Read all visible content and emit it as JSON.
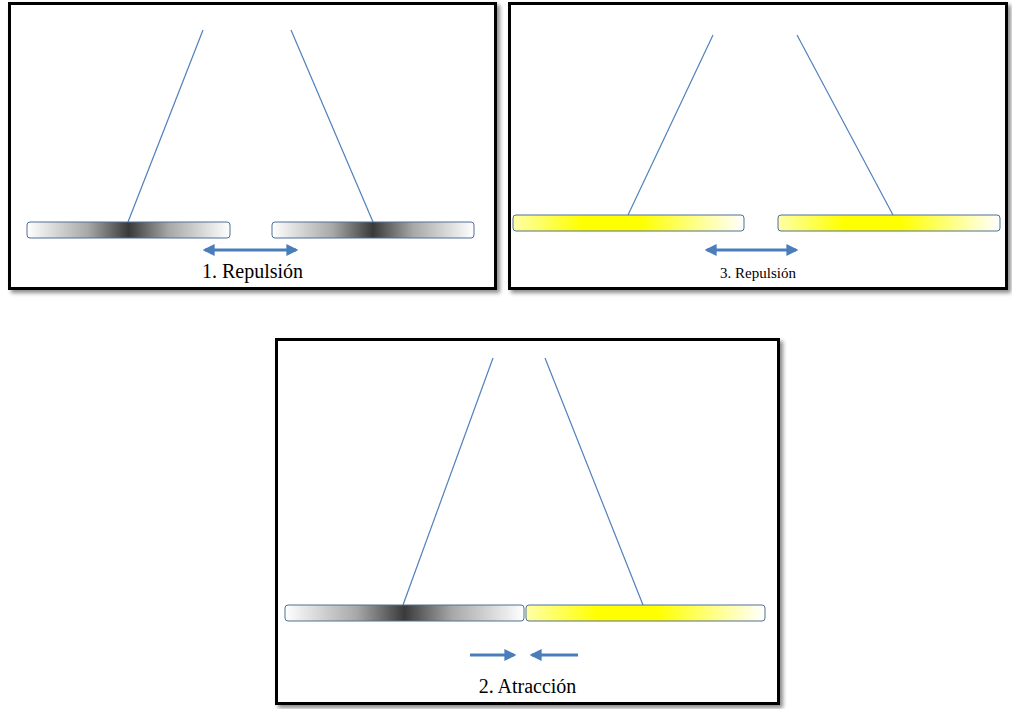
{
  "diagram": {
    "nodes": [
      {
        "text": [
          "1. Repulsión"
        ]
      },
      {
        "text": [
          "3. Repulsión"
        ]
      },
      {
        "text": [
          "2. Atracción"
        ]
      }
    ]
  }
}
